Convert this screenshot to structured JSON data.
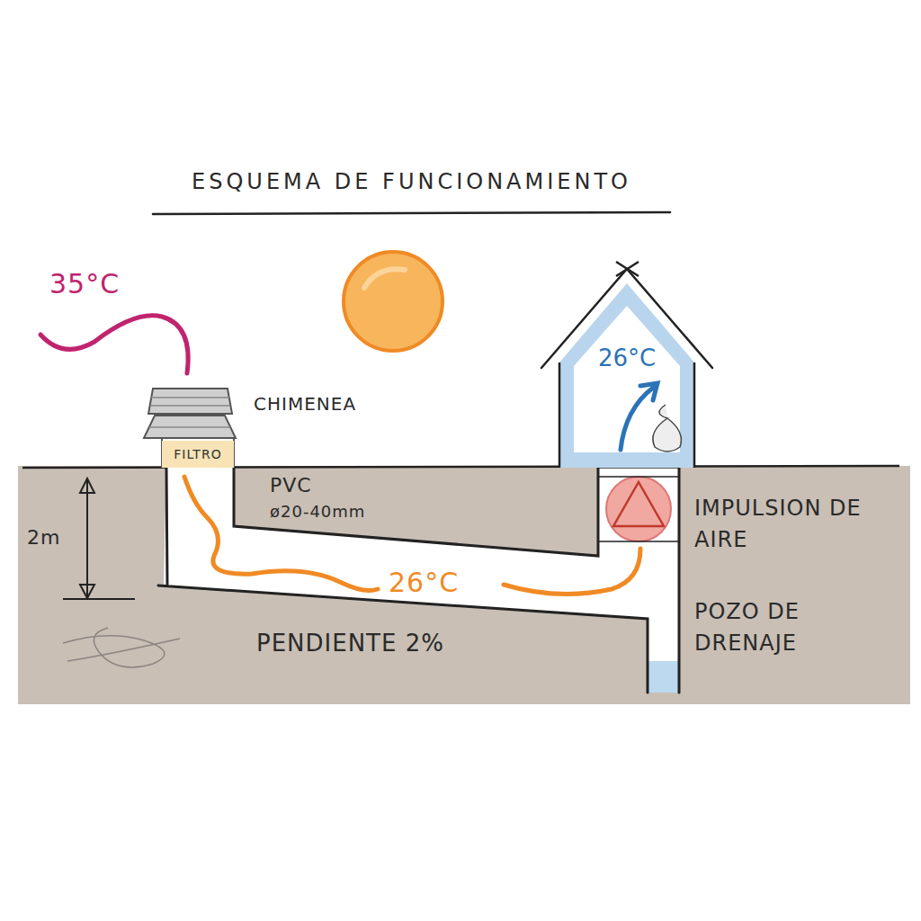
{
  "diagram": {
    "title": "ESQUEMA DE FUNCIONAMIENTO",
    "nodes": [
      {
        "text": [
          "FILTRO"
        ]
      },
      {
        "text": [
          "26°C"
        ]
      }
    ],
    "labels": [
      "35°C",
      "CHIMENEA",
      "PVC",
      "ø20-40mm",
      "2m",
      "26°C",
      "PENDIENTE 2%",
      "IMPULSION DE AIRE",
      "POZO DE DRENAJE"
    ]
  }
}
